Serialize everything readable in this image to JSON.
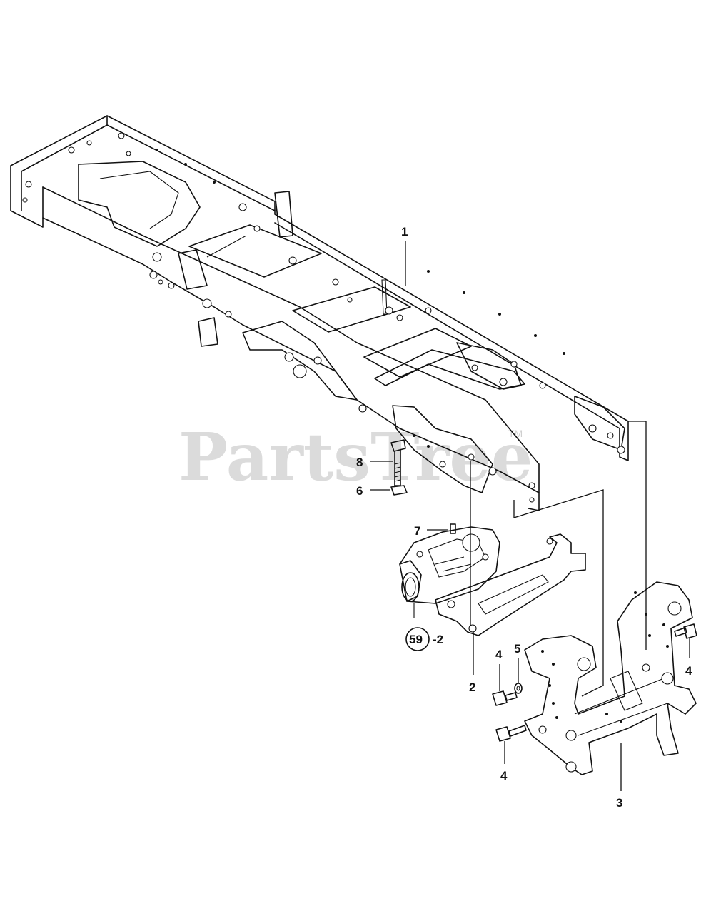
{
  "watermark": {
    "text": "PartsTree",
    "trademark": "TM"
  },
  "callouts": {
    "frame": "1",
    "bracket_front": "2",
    "bracket_rear": "3",
    "bolt_left": "4",
    "bolt_lower": "4",
    "bolt_right": "4",
    "washer": "5",
    "nut": "6",
    "pin": "7",
    "bolt_long": "8",
    "ref_circle": "59",
    "ref_suffix": "-2"
  }
}
